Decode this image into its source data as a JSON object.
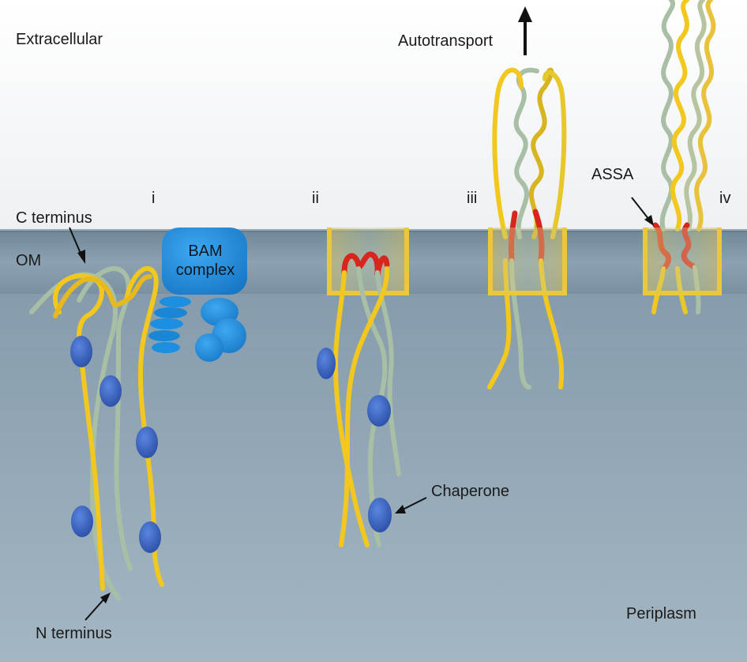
{
  "regions": {
    "extracellular": "Extracellular",
    "membrane": "OM",
    "periplasm": "Periplasm"
  },
  "stages": [
    "i",
    "ii",
    "iii",
    "iv"
  ],
  "labels": {
    "c_terminus": "C terminus",
    "n_terminus": "N terminus",
    "chaperone": "Chaperone",
    "autotransport": "Autotransport",
    "assa": "ASSA"
  },
  "bam": {
    "line1": "BAM",
    "line2": "complex"
  },
  "colors": {
    "extracellular_bg": "#f4f5f6",
    "membrane": "#7f97a8",
    "periplasm": "#93a9b8",
    "strand_yellow": "#f2c81e",
    "strand_green": "#a9bfa5",
    "strand_red": "#d8261e",
    "chaperone_blue": "#3a64c2",
    "bam_blue": "#1c8fe0",
    "barrel_yellow": "#e9c93a"
  }
}
